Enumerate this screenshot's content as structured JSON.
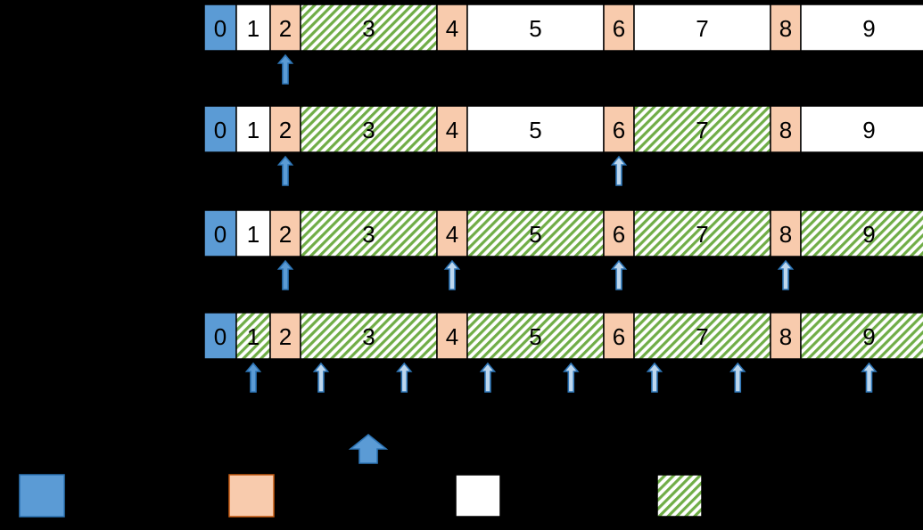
{
  "colors": {
    "background": "#000000",
    "root": "#5b9bd5",
    "boundary": "#f8cbad",
    "empty": "#ffffff",
    "hatch_base": "#ffffff",
    "hatch_stripe": "#70ad47",
    "arrow_fill": "#5b9bd5",
    "arrow_fill_light": "#bdd7ee",
    "arrow_stroke": "#2e75b6",
    "cell_stroke": "#000000"
  },
  "cell_types": [
    "root",
    "unit",
    "boundary",
    "span",
    "boundary",
    "span",
    "boundary",
    "span",
    "boundary",
    "span"
  ],
  "rows": [
    {
      "cells": [
        {
          "label": "0",
          "fill": "root"
        },
        {
          "label": "1",
          "fill": "empty"
        },
        {
          "label": "2",
          "fill": "boundary"
        },
        {
          "label": "3",
          "fill": "hatched"
        },
        {
          "label": "4",
          "fill": "boundary"
        },
        {
          "label": "5",
          "fill": "empty"
        },
        {
          "label": "6",
          "fill": "boundary"
        },
        {
          "label": "7",
          "fill": "empty"
        },
        {
          "label": "8",
          "fill": "boundary"
        },
        {
          "label": "9",
          "fill": "empty"
        }
      ],
      "arrows": [
        {
          "cell": 2,
          "style": "solid"
        }
      ]
    },
    {
      "cells": [
        {
          "label": "0",
          "fill": "root"
        },
        {
          "label": "1",
          "fill": "empty"
        },
        {
          "label": "2",
          "fill": "boundary"
        },
        {
          "label": "3",
          "fill": "hatched"
        },
        {
          "label": "4",
          "fill": "boundary"
        },
        {
          "label": "5",
          "fill": "empty"
        },
        {
          "label": "6",
          "fill": "boundary"
        },
        {
          "label": "7",
          "fill": "hatched"
        },
        {
          "label": "8",
          "fill": "boundary"
        },
        {
          "label": "9",
          "fill": "empty"
        }
      ],
      "arrows": [
        {
          "cell": 2,
          "style": "solid"
        },
        {
          "cell": 6,
          "style": "light"
        }
      ]
    },
    {
      "cells": [
        {
          "label": "0",
          "fill": "root"
        },
        {
          "label": "1",
          "fill": "empty"
        },
        {
          "label": "2",
          "fill": "boundary"
        },
        {
          "label": "3",
          "fill": "hatched"
        },
        {
          "label": "4",
          "fill": "boundary"
        },
        {
          "label": "5",
          "fill": "hatched"
        },
        {
          "label": "6",
          "fill": "boundary"
        },
        {
          "label": "7",
          "fill": "hatched"
        },
        {
          "label": "8",
          "fill": "boundary"
        },
        {
          "label": "9",
          "fill": "hatched"
        }
      ],
      "arrows": [
        {
          "cell": 2,
          "style": "solid"
        },
        {
          "cell": 4,
          "style": "light"
        },
        {
          "cell": 6,
          "style": "light"
        },
        {
          "cell": 8,
          "style": "light"
        }
      ]
    },
    {
      "cells": [
        {
          "label": "0",
          "fill": "root"
        },
        {
          "label": "1",
          "fill": "hatched"
        },
        {
          "label": "2",
          "fill": "boundary"
        },
        {
          "label": "3",
          "fill": "hatched"
        },
        {
          "label": "4",
          "fill": "boundary"
        },
        {
          "label": "5",
          "fill": "hatched"
        },
        {
          "label": "6",
          "fill": "boundary"
        },
        {
          "label": "7",
          "fill": "hatched"
        },
        {
          "label": "8",
          "fill": "boundary"
        },
        {
          "label": "9",
          "fill": "hatched"
        }
      ],
      "arrows": [
        {
          "cell": 1,
          "style": "solid"
        },
        {
          "cell": 3,
          "part": "left",
          "style": "light"
        },
        {
          "cell": 3,
          "part": "right",
          "style": "light"
        },
        {
          "cell": 5,
          "part": "left",
          "style": "light"
        },
        {
          "cell": 5,
          "part": "right",
          "style": "light"
        },
        {
          "cell": 7,
          "part": "left",
          "style": "light"
        },
        {
          "cell": 7,
          "part": "right",
          "style": "light"
        },
        {
          "cell": 9,
          "style": "light"
        }
      ]
    }
  ],
  "legend": {
    "items": [
      {
        "fill": "root"
      },
      {
        "fill": "boundary"
      },
      {
        "fill": "empty"
      },
      {
        "fill": "hatched"
      }
    ]
  }
}
